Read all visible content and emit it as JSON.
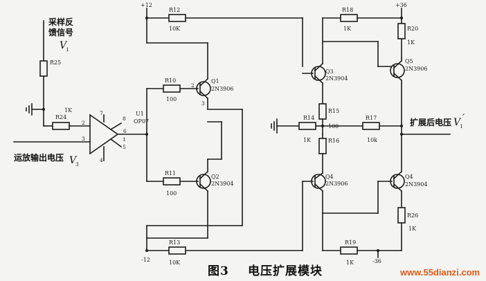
{
  "labels": {
    "sample_feedback_line1": "采样反",
    "sample_feedback_line2": "馈信号",
    "v1": "V",
    "v1_sub": "1",
    "opamp_output_label": "运放输出电压",
    "v3": "V",
    "v3_sub": "3",
    "expanded_voltage_label": "扩展后电压",
    "v1p": "V",
    "v1p_sub": "1",
    "v1p_prime": "′",
    "caption_fig": "图3",
    "caption_title": "电压扩展模块",
    "watermark": "www.55dianzi.com"
  },
  "supplies": {
    "p12": "+12",
    "m12": "-12",
    "p36": "+36",
    "m36": "-36"
  },
  "parts": {
    "r25": "R25",
    "r24": "R24",
    "r24_val": "1K",
    "u1": "U1",
    "u1_type": "OP07",
    "r12": "R12",
    "r12_val": "10K",
    "r10": "R10",
    "r10_val": "100",
    "r11": "R11",
    "r11_val": "100",
    "r13": "R13",
    "r13_val": "10K",
    "q1": "Q1",
    "q1_type": "2N3906",
    "q2": "Q2",
    "q2_type": "2N3904",
    "q3": "Q3",
    "q3_type": "2N3904",
    "q4a": "Q4",
    "q4a_type": "2N3906",
    "q5": "Q5",
    "q5_type": "2N3906",
    "q4b": "Q4",
    "q4b_type": "2N3904",
    "r14": "R14",
    "r14_val": "1K",
    "r15": "R15",
    "r16": "R16",
    "r15r16_mid": "100",
    "r17": "R17",
    "r17_val": "10k",
    "r18": "R18",
    "r18_val": "1K",
    "r19": "R19",
    "r19_val": "1K",
    "r20": "R20",
    "r20_val": "1K",
    "r26": "R26",
    "r26_val": "1K"
  },
  "pins": {
    "u1_p2": "2",
    "u1_p3": "3",
    "u1_p6": "6",
    "u1_p7": "7",
    "u1_p4": "4",
    "u1_p8": "8",
    "u1_p1": "1",
    "u1_p5": "5",
    "q1_p2": "2",
    "q1_p3": "3"
  }
}
